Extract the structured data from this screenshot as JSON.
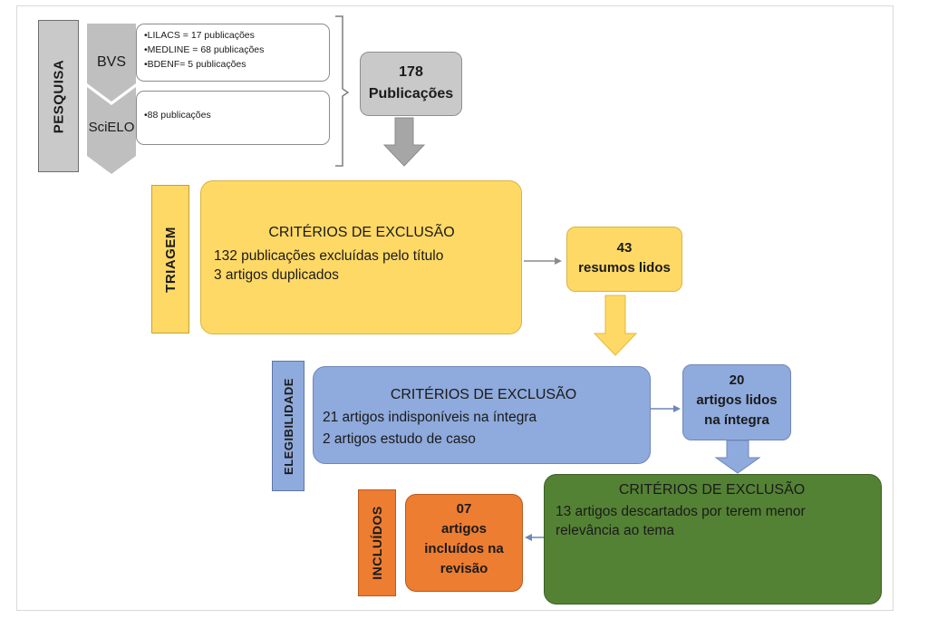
{
  "pesquisa": {
    "label": "PESQUISA",
    "bvs": {
      "label": "BVS",
      "items": [
        "•LILACS = 17 publicações",
        "•MEDLINE = 68 publicações",
        "•BDENF= 5 publicações"
      ]
    },
    "scielo": {
      "label": "SciELO",
      "items": [
        "•88 publicações"
      ]
    },
    "total": {
      "line1": "178",
      "line2": "Publicações"
    }
  },
  "triagem": {
    "label": "TRIAGEM",
    "criteria_title": "CRITÉRIOS DE EXCLUSÃO",
    "lines": [
      "132 publicações excluídas pelo título",
      "3 artigos duplicados"
    ],
    "result": {
      "line1": "43",
      "line2": "resumos lidos"
    }
  },
  "elegibilidade": {
    "label": "ELEGIBILIDADE",
    "criteria_title": "CRITÉRIOS DE EXCLUSÃO",
    "lines": [
      "21 artigos indisponíveis na íntegra",
      "2 artigos estudo de caso"
    ],
    "result": {
      "line1": "20",
      "line2": "artigos lidos",
      "line3": "na íntegra"
    }
  },
  "final_exclusion": {
    "criteria_title": "CRITÉRIOS DE EXCLUSÃO",
    "lines": [
      "13 artigos descartados por terem menor",
      "relevância ao tema"
    ]
  },
  "incluidos": {
    "label": "INCLUÍDOS",
    "result": {
      "line1": "07",
      "line2": "artigos",
      "line3": "incluídos na",
      "line4": "revisão"
    }
  },
  "colors": {
    "gray": "#c9c9c9",
    "dark_gray": "#8f8f8f",
    "yellow": "#ffd966",
    "blue": "#8faadc",
    "green": "#548235",
    "orange": "#ed7d31"
  }
}
